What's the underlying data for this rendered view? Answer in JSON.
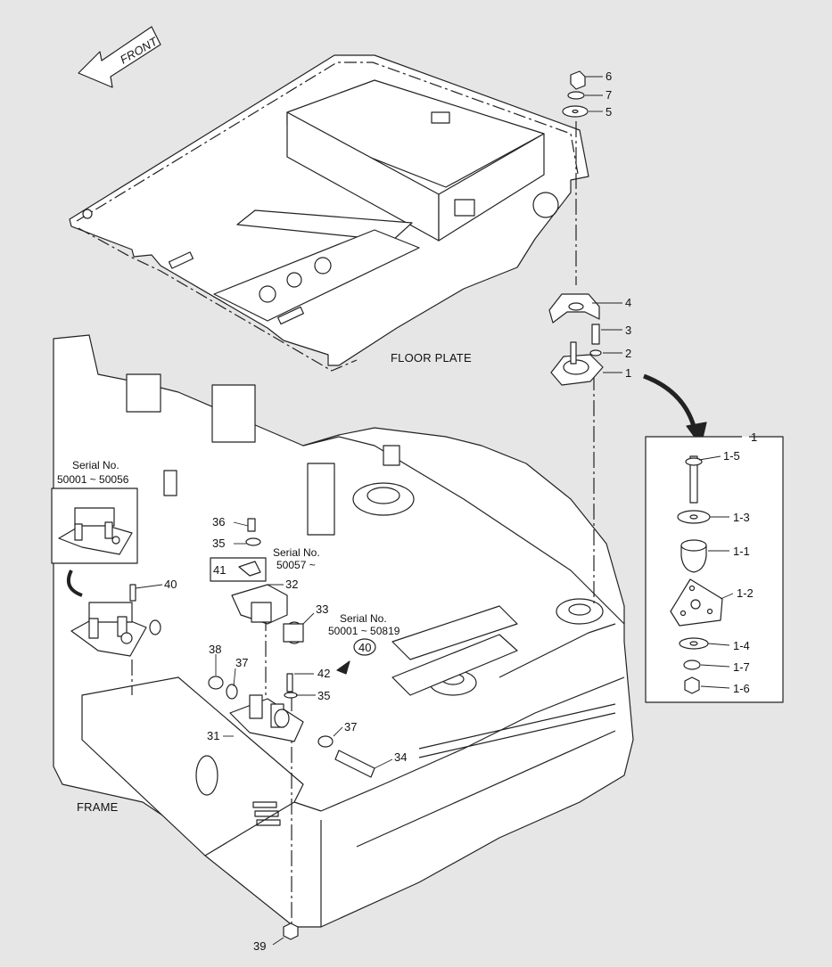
{
  "diagram": {
    "front_label": "FRONT",
    "floor_plate_label": "FLOOR PLATE",
    "frame_label": "FRAME",
    "inset_title": "1",
    "serial_notes": {
      "left_line1": "Serial No.",
      "left_line2": "50001 ~ 50056",
      "mid_line1": "Serial No.",
      "mid_line2": "50057 ~",
      "right_line1": "Serial No.",
      "right_line2": "50001 ~ 50819"
    },
    "callouts": {
      "c6": "6",
      "c7": "7",
      "c5": "5",
      "c4": "4",
      "c3": "3",
      "c2": "2",
      "c1": "1",
      "c1_5": "1-5",
      "c1_3": "1-3",
      "c1_1": "1-1",
      "c1_2": "1-2",
      "c1_4": "1-4",
      "c1_7": "1-7",
      "c1_6": "1-6",
      "c36": "36",
      "c35a": "35",
      "c41": "41",
      "c32": "32",
      "c33": "33",
      "c40a": "40",
      "c40b": "40",
      "c42": "42",
      "c35b": "35",
      "c38": "38",
      "c37a": "37",
      "c31": "31",
      "c37b": "37",
      "c34": "34",
      "c39": "39"
    },
    "colors": {
      "background": "#e6e6e6",
      "line": "#222222",
      "part_fill": "#ffffff"
    }
  }
}
